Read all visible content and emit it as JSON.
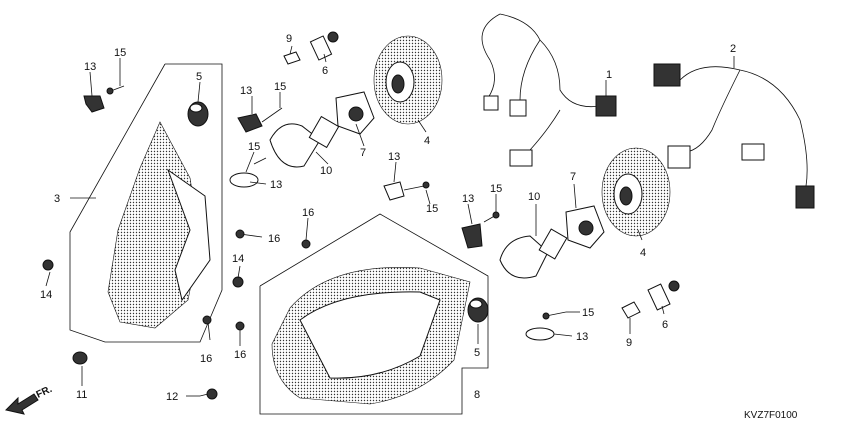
{
  "diagram_code": "KVZ7F0100",
  "direction_label": "FR.",
  "callouts": [
    {
      "id": "c1",
      "text": "1"
    },
    {
      "id": "c2",
      "text": "2"
    },
    {
      "id": "c3",
      "text": "3"
    },
    {
      "id": "c4a",
      "text": "4"
    },
    {
      "id": "c4b",
      "text": "4"
    },
    {
      "id": "c5a",
      "text": "5"
    },
    {
      "id": "c5b",
      "text": "5"
    },
    {
      "id": "c6a",
      "text": "6"
    },
    {
      "id": "c6b",
      "text": "6"
    },
    {
      "id": "c7a",
      "text": "7"
    },
    {
      "id": "c7b",
      "text": "7"
    },
    {
      "id": "c8",
      "text": "8"
    },
    {
      "id": "c9a",
      "text": "9"
    },
    {
      "id": "c9b",
      "text": "9"
    },
    {
      "id": "c10a",
      "text": "10"
    },
    {
      "id": "c10b",
      "text": "10"
    },
    {
      "id": "c11",
      "text": "11"
    },
    {
      "id": "c12",
      "text": "12"
    },
    {
      "id": "c13a",
      "text": "13"
    },
    {
      "id": "c13b",
      "text": "13"
    },
    {
      "id": "c13c",
      "text": "13"
    },
    {
      "id": "c13d",
      "text": "13"
    },
    {
      "id": "c13e",
      "text": "13"
    },
    {
      "id": "c13f",
      "text": "13"
    },
    {
      "id": "c14a",
      "text": "14"
    },
    {
      "id": "c14b",
      "text": "14"
    },
    {
      "id": "c15a",
      "text": "15"
    },
    {
      "id": "c15b",
      "text": "15"
    },
    {
      "id": "c15c",
      "text": "15"
    },
    {
      "id": "c15d",
      "text": "15"
    },
    {
      "id": "c15e",
      "text": "15"
    },
    {
      "id": "c16a",
      "text": "16"
    },
    {
      "id": "c16b",
      "text": "16"
    },
    {
      "id": "c16c",
      "text": "16"
    },
    {
      "id": "c16d",
      "text": "16"
    }
  ]
}
